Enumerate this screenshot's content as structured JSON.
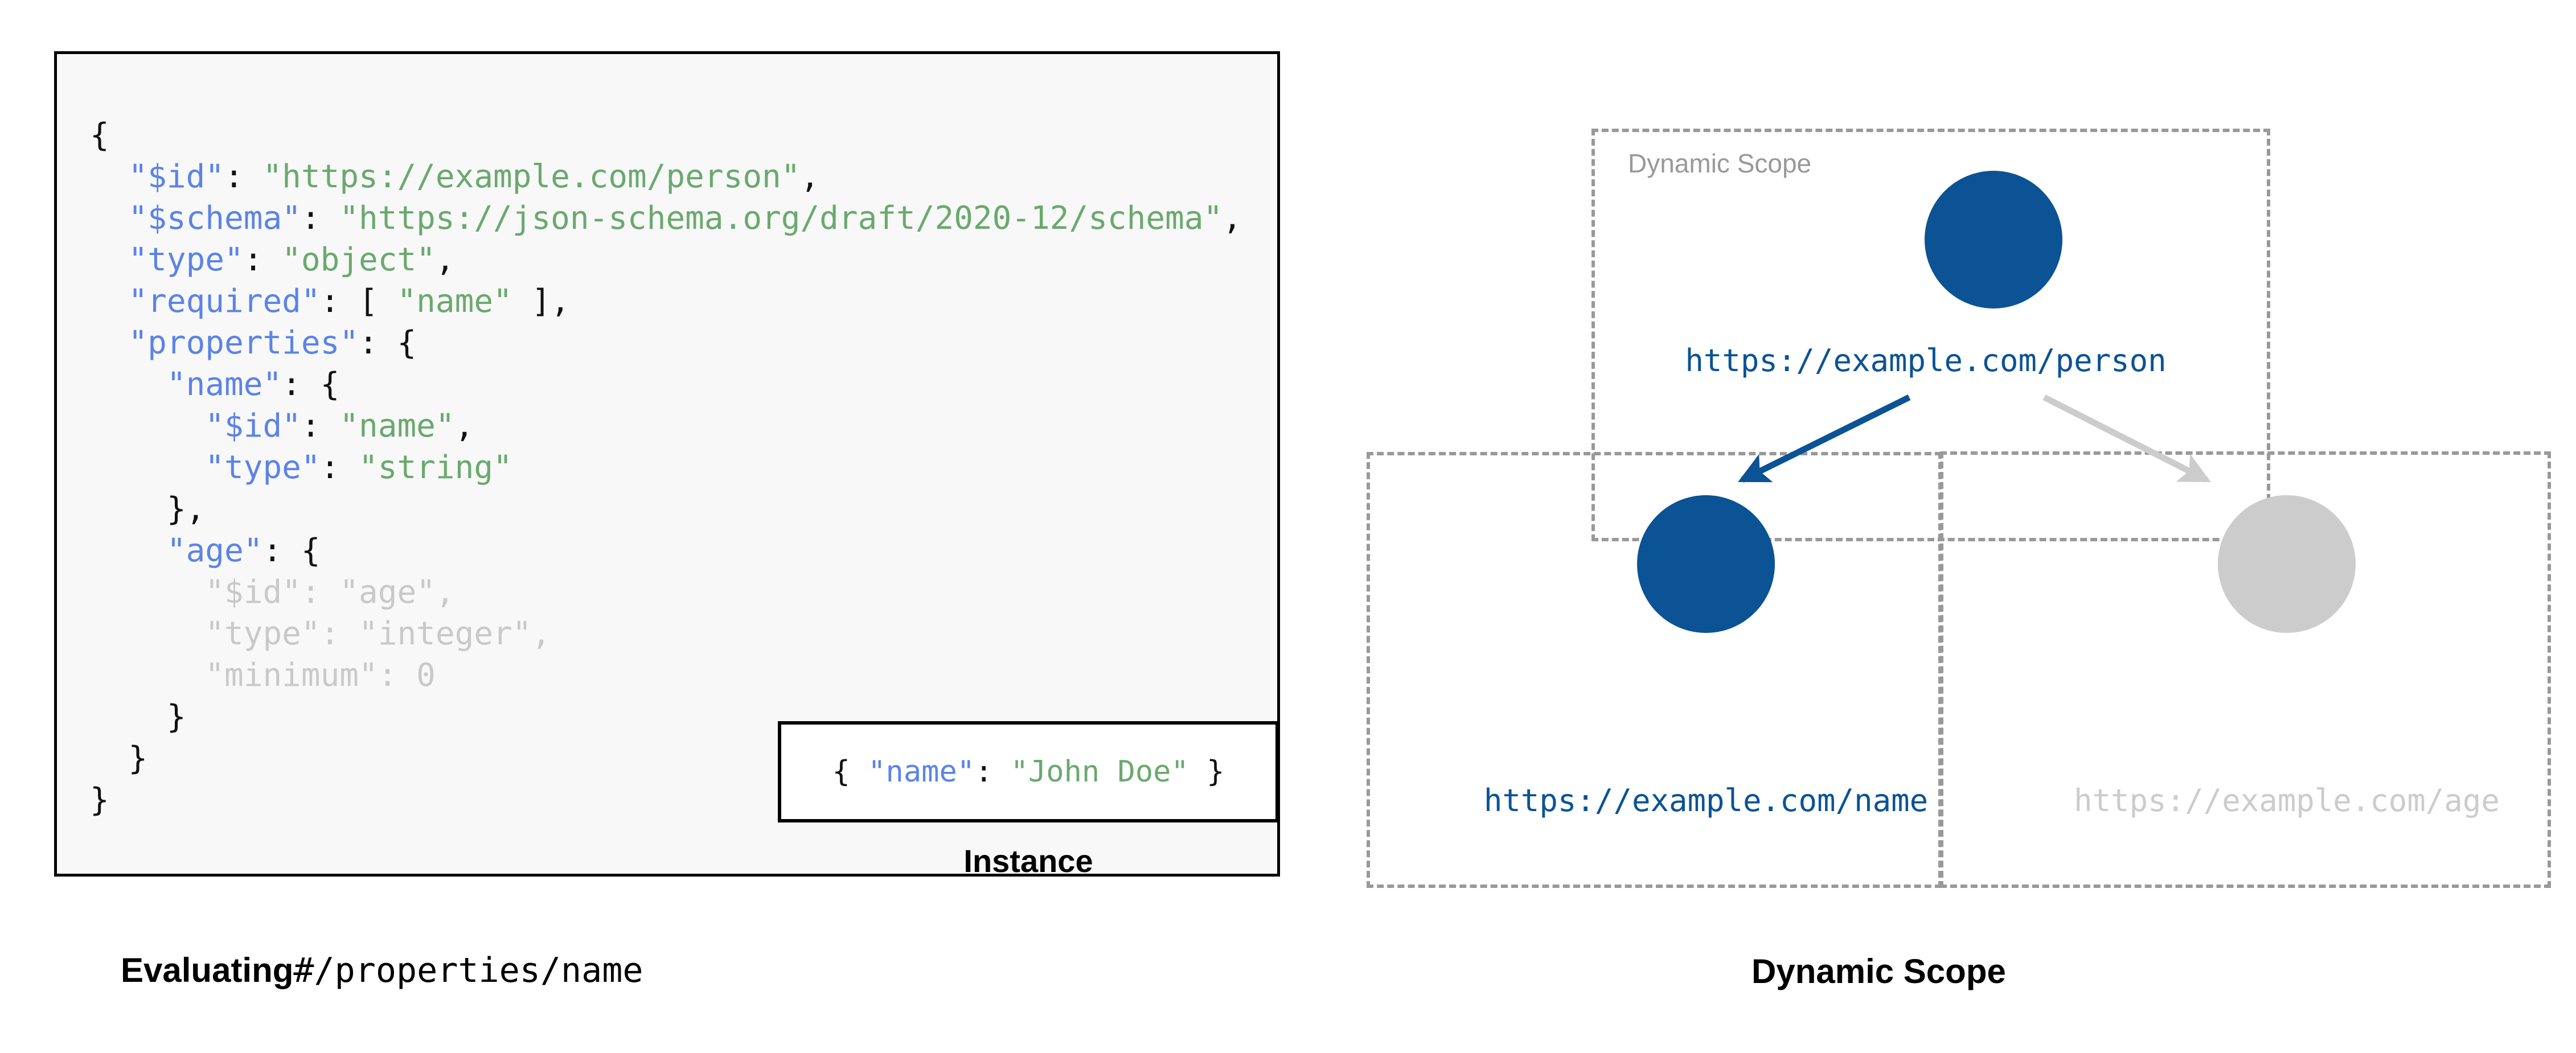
{
  "colors": {
    "accent_blue": "#0b5394",
    "code_key_blue": "#5b83e8",
    "code_string_green": "#6aa96e",
    "muted_gray": "#cccccc",
    "dashed_border_gray": "#999999",
    "code_panel_bg": "#f8f8f8",
    "panel_border": "#000000"
  },
  "left_panel": {
    "caption_bold": "Evaluating",
    "caption_mono": "#/properties/name",
    "schema_lines": [
      [
        {
          "t": "{",
          "c": "p"
        }
      ],
      [
        {
          "t": "  ",
          "c": "p"
        },
        {
          "t": "\"$id\"",
          "c": "k"
        },
        {
          "t": ": ",
          "c": "p"
        },
        {
          "t": "\"https://example.com/person\"",
          "c": "s"
        },
        {
          "t": ",",
          "c": "p"
        }
      ],
      [
        {
          "t": "  ",
          "c": "p"
        },
        {
          "t": "\"$schema\"",
          "c": "k"
        },
        {
          "t": ": ",
          "c": "p"
        },
        {
          "t": "\"https://json-schema.org/draft/2020-12/schema\"",
          "c": "s"
        },
        {
          "t": ",",
          "c": "p"
        }
      ],
      [
        {
          "t": "  ",
          "c": "p"
        },
        {
          "t": "\"type\"",
          "c": "k"
        },
        {
          "t": ": ",
          "c": "p"
        },
        {
          "t": "\"object\"",
          "c": "s"
        },
        {
          "t": ",",
          "c": "p"
        }
      ],
      [
        {
          "t": "  ",
          "c": "p"
        },
        {
          "t": "\"required\"",
          "c": "k"
        },
        {
          "t": ": [ ",
          "c": "p"
        },
        {
          "t": "\"name\"",
          "c": "s"
        },
        {
          "t": " ],",
          "c": "p"
        }
      ],
      [
        {
          "t": "  ",
          "c": "p"
        },
        {
          "t": "\"properties\"",
          "c": "k"
        },
        {
          "t": ": {",
          "c": "p"
        }
      ],
      [
        {
          "t": "    ",
          "c": "p"
        },
        {
          "t": "\"name\"",
          "c": "k"
        },
        {
          "t": ": {",
          "c": "p"
        }
      ],
      [
        {
          "t": "      ",
          "c": "p"
        },
        {
          "t": "\"$id\"",
          "c": "k"
        },
        {
          "t": ": ",
          "c": "p"
        },
        {
          "t": "\"name\"",
          "c": "s"
        },
        {
          "t": ",",
          "c": "p"
        }
      ],
      [
        {
          "t": "      ",
          "c": "p"
        },
        {
          "t": "\"type\"",
          "c": "k"
        },
        {
          "t": ": ",
          "c": "p"
        },
        {
          "t": "\"string\"",
          "c": "s"
        }
      ],
      [
        {
          "t": "    },",
          "c": "p"
        }
      ],
      [
        {
          "t": "    ",
          "c": "p"
        },
        {
          "t": "\"age\"",
          "c": "k"
        },
        {
          "t": ": {",
          "c": "p"
        }
      ],
      [
        {
          "t": "      ",
          "c": "p"
        },
        {
          "t": "\"$id\"",
          "c": "dim-k"
        },
        {
          "t": ": ",
          "c": "dim"
        },
        {
          "t": "\"age\"",
          "c": "dim-s"
        },
        {
          "t": ",",
          "c": "dim"
        }
      ],
      [
        {
          "t": "      ",
          "c": "p"
        },
        {
          "t": "\"type\"",
          "c": "dim-k"
        },
        {
          "t": ": ",
          "c": "dim"
        },
        {
          "t": "\"integer\"",
          "c": "dim-s"
        },
        {
          "t": ",",
          "c": "dim"
        }
      ],
      [
        {
          "t": "      ",
          "c": "p"
        },
        {
          "t": "\"minimum\"",
          "c": "dim-k"
        },
        {
          "t": ": ",
          "c": "dim"
        },
        {
          "t": "0",
          "c": "dim"
        }
      ],
      [
        {
          "t": "    }",
          "c": "p"
        }
      ],
      [
        {
          "t": "  }",
          "c": "p"
        }
      ],
      [
        {
          "t": "}",
          "c": "p"
        }
      ]
    ],
    "instance": {
      "caption": "Instance",
      "segments": [
        {
          "t": "{ ",
          "c": "p"
        },
        {
          "t": "\"name\"",
          "c": "k"
        },
        {
          "t": ": ",
          "c": "p"
        },
        {
          "t": "\"John Doe\"",
          "c": "s"
        },
        {
          "t": " }",
          "c": "p"
        }
      ]
    }
  },
  "right_panel": {
    "caption": "Dynamic Scope",
    "scope_label": "Dynamic Scope",
    "nodes": [
      {
        "id": "person",
        "label": "https://example.com/person",
        "state": "active"
      },
      {
        "id": "name",
        "label": "https://example.com/name",
        "state": "active"
      },
      {
        "id": "age",
        "label": "https://example.com/age",
        "state": "muted"
      }
    ],
    "edges": [
      {
        "from": "person",
        "to": "name",
        "state": "active"
      },
      {
        "from": "person",
        "to": "age",
        "state": "muted"
      }
    ]
  }
}
